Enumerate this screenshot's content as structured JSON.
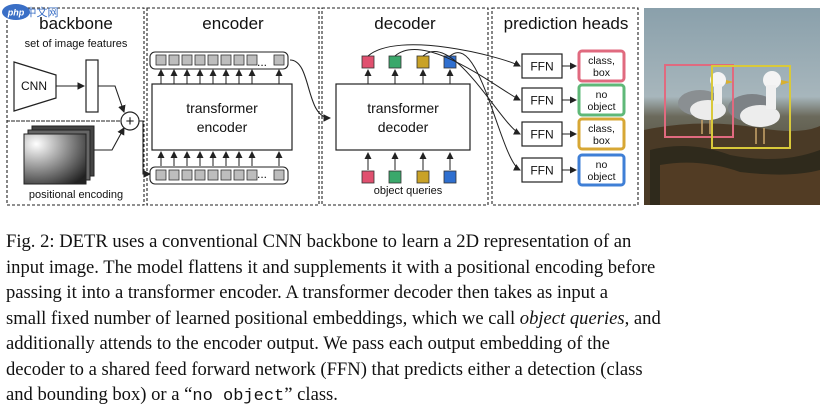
{
  "watermark": {
    "text": "中文网",
    "prefix": "php"
  },
  "figure": {
    "sections": {
      "backbone": "backbone",
      "encoder": "encoder",
      "decoder": "decoder",
      "heads": "prediction heads"
    },
    "backbone": {
      "features_label": "set of image features",
      "cnn_label": "CNN",
      "pos_label": "positional encoding",
      "plus": "+"
    },
    "encoder": {
      "block_line1": "transformer",
      "block_line2": "encoder",
      "ellipsis": "..."
    },
    "decoder": {
      "block_line1": "transformer",
      "block_line2": "decoder",
      "queries_label": "object queries"
    },
    "ffn_label": "FFN",
    "heads": [
      {
        "line1": "class,",
        "line2": "box",
        "color": "#e06a7f"
      },
      {
        "line1": "no",
        "line2": "object",
        "color": "#5fb878"
      },
      {
        "line1": "class,",
        "line2": "box",
        "color": "#d7a735"
      },
      {
        "line1": "no",
        "line2": "object",
        "color": "#3f7fd6"
      }
    ],
    "query_colors": [
      "#e0506f",
      "#3aa86b",
      "#c9a227",
      "#2f6fcf"
    ]
  },
  "caption": {
    "label": "Fig. 2:",
    "lines": [
      "DETR uses a conventional CNN backbone to learn a 2D representation of an",
      "input image. The model flattens it and supplements it with a positional encoding before",
      "passing it into a transformer encoder. A transformer decoder then takes as input a",
      "small fixed number of learned positional embeddings, which we call",
      "object queries",
      ", and",
      "additionally attends to the encoder output. We pass each output embedding of the",
      "decoder to a shared feed forward network (FFN) that predicts either a detection (class",
      "and bounding box) or a “",
      "no object",
      "” class."
    ]
  }
}
